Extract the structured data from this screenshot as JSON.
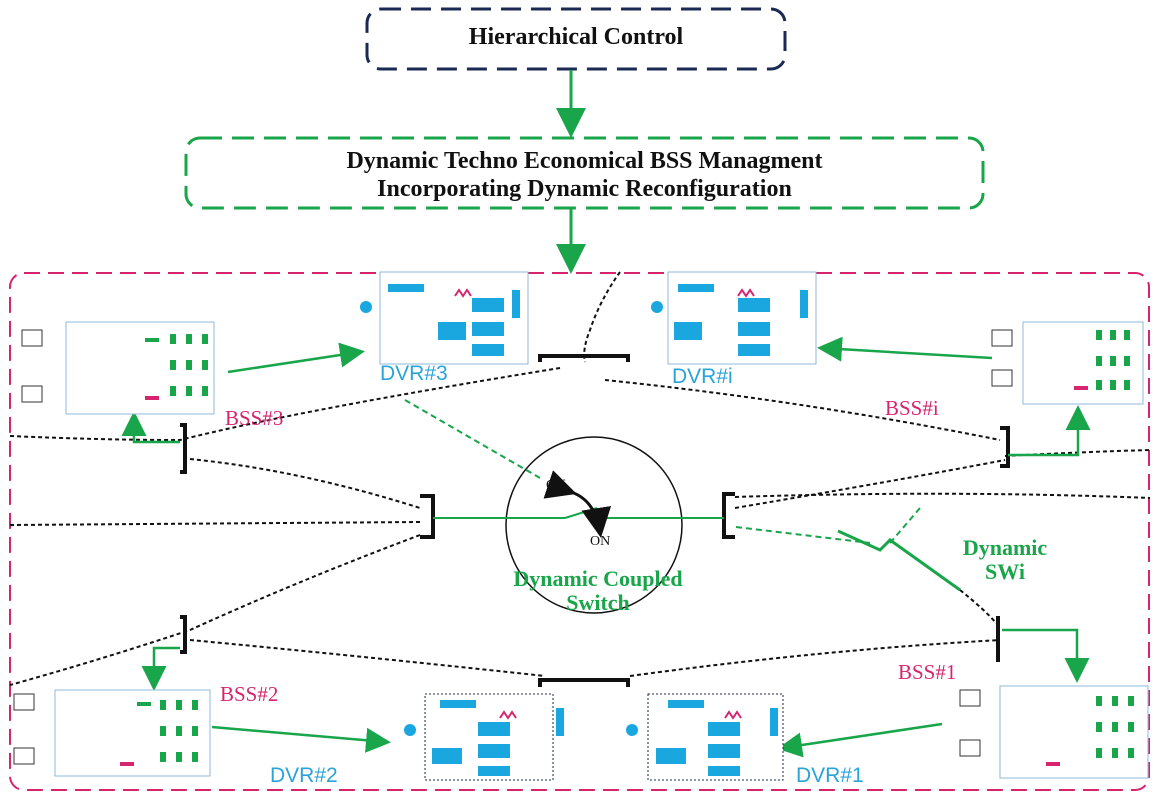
{
  "top_box": {
    "label": "Hierarchical Control"
  },
  "mid_box": {
    "line1": "Dynamic Techno Economical BSS Managment",
    "line2": "Incorporating Dynamic Reconfiguration"
  },
  "coupled_switch": {
    "line1": "Dynamic Coupled",
    "line2": "Switch",
    "off_label": "Off",
    "on_label": "ON"
  },
  "dynamic_sw": {
    "line1": "Dynamic",
    "line2": "SWi"
  },
  "bss": {
    "bss3": "BSS#3",
    "bssi": "BSS#i",
    "bss2": "BSS#2",
    "bss1": "BSS#1"
  },
  "dvr": {
    "dvr3": "DVR#3",
    "dvri": "DVR#i",
    "dvr2": "DVR#2",
    "dvr1": "DVR#1"
  },
  "colors": {
    "navy": "#1b2a52",
    "green": "#19a54a",
    "magenta": "#d6246e",
    "blue": "#2aa3d9",
    "black": "#111111",
    "panel_blue": "#1aa7e0"
  }
}
